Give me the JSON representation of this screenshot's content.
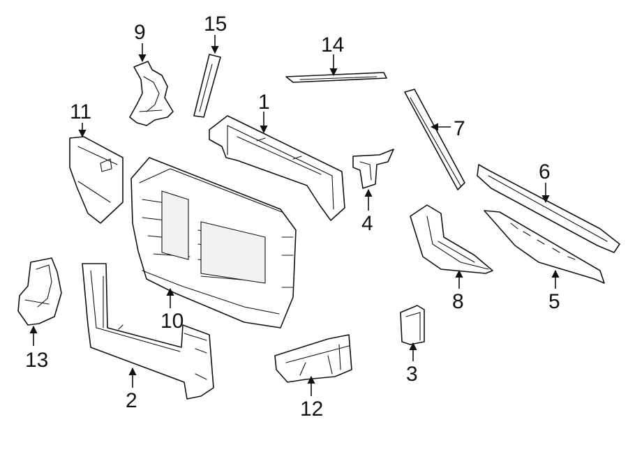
{
  "callouts": [
    {
      "id": "1",
      "label": "1"
    },
    {
      "id": "2",
      "label": "2"
    },
    {
      "id": "3",
      "label": "3"
    },
    {
      "id": "4",
      "label": "4"
    },
    {
      "id": "5",
      "label": "5"
    },
    {
      "id": "6",
      "label": "6"
    },
    {
      "id": "7",
      "label": "7"
    },
    {
      "id": "8",
      "label": "8"
    },
    {
      "id": "9",
      "label": "9"
    },
    {
      "id": "10",
      "label": "10"
    },
    {
      "id": "11",
      "label": "11"
    },
    {
      "id": "12",
      "label": "12"
    },
    {
      "id": "13",
      "label": "13"
    },
    {
      "id": "14",
      "label": "14"
    },
    {
      "id": "15",
      "label": "15"
    }
  ],
  "colors": {
    "line": "#111111",
    "background": "#ffffff"
  }
}
